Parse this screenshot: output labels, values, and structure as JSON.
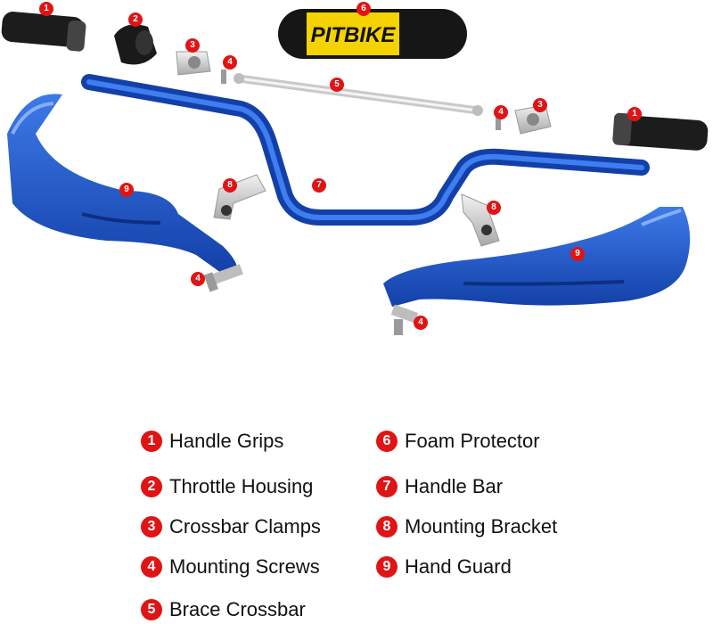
{
  "foam_protector_brand": "PITBIKE",
  "callouts": [
    "1",
    "2",
    "3",
    "4",
    "5",
    "6",
    "7",
    "8",
    "9"
  ],
  "legend": [
    {
      "num": "1",
      "label": "Handle Grips"
    },
    {
      "num": "2",
      "label": "Throttle Housing"
    },
    {
      "num": "3",
      "label": "Crossbar Clamps"
    },
    {
      "num": "4",
      "label": "Mounting Screws"
    },
    {
      "num": "5",
      "label": "Brace Crossbar"
    },
    {
      "num": "6",
      "label": "Foam Protector"
    },
    {
      "num": "7",
      "label": "Handle Bar"
    },
    {
      "num": "8",
      "label": "Mounting Bracket"
    },
    {
      "num": "9",
      "label": "Hand Guard"
    }
  ],
  "colors": {
    "bar_blue": "#1f54c8",
    "callout_red": "#e01414",
    "grip_black": "#1c1c1c",
    "metal": "#d8d8d8",
    "foam_yellow": "#f5d300"
  }
}
